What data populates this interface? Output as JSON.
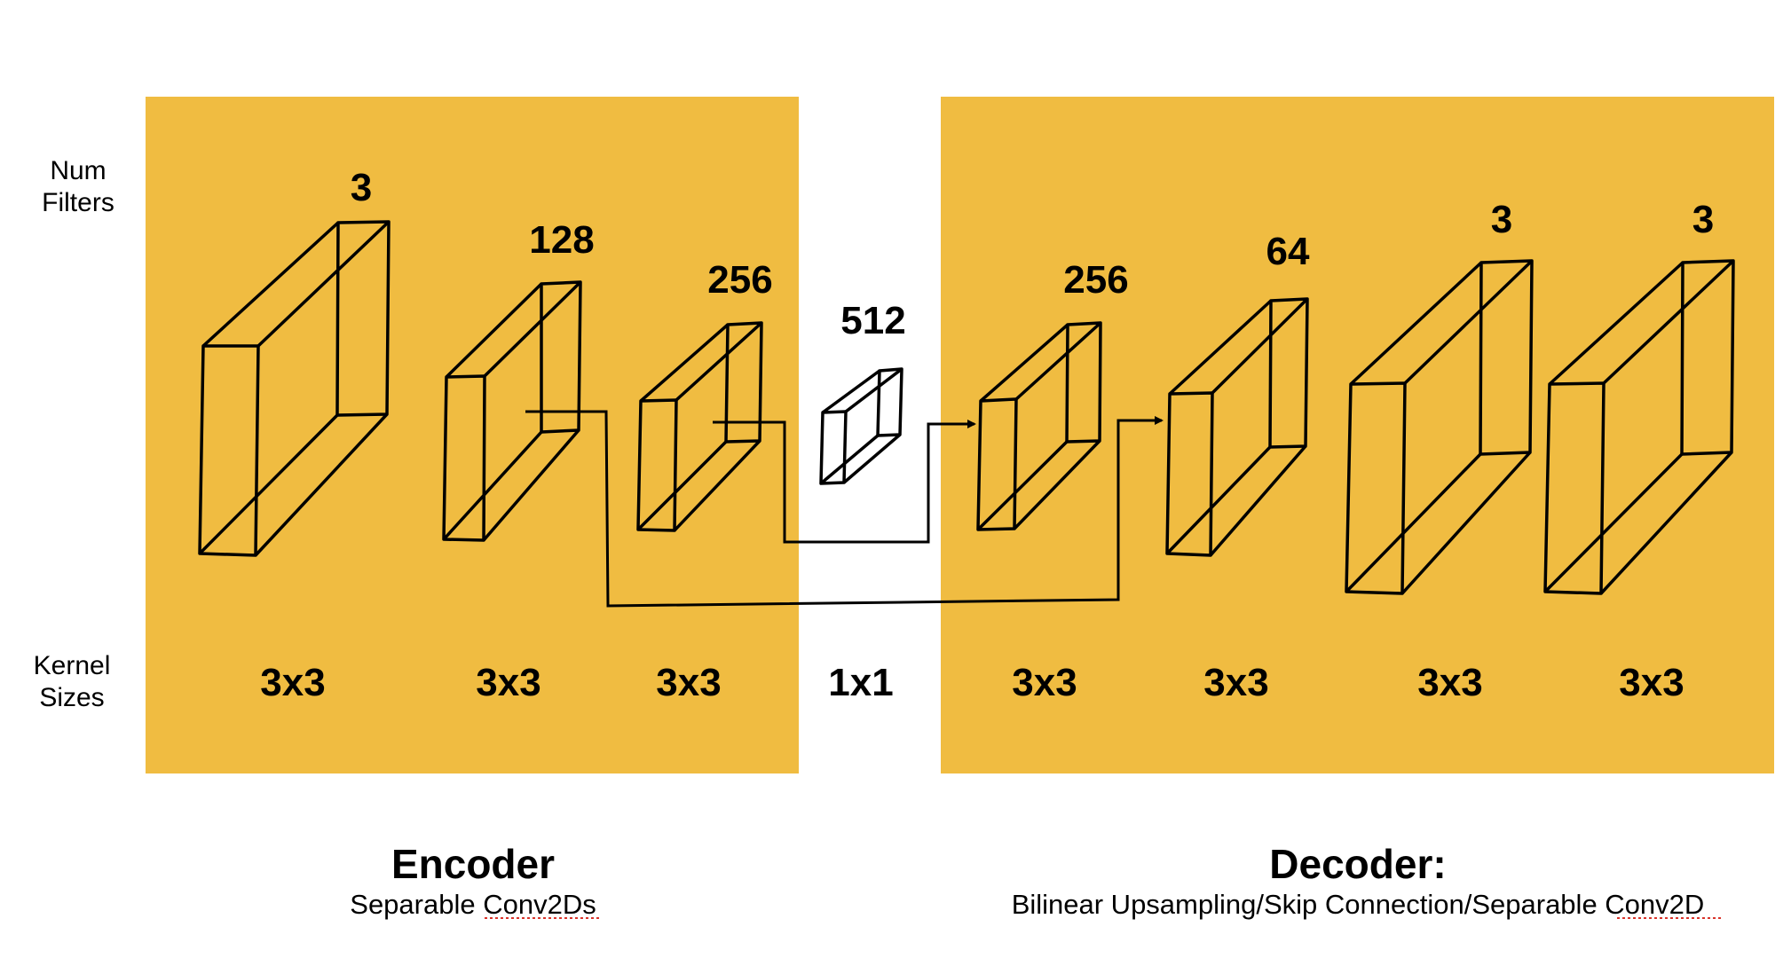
{
  "colors": {
    "panel_fill": "#F0BC41",
    "stroke": "#000000",
    "spellcheck_underline": "#D9342B"
  },
  "axis_labels": {
    "filters_line1": "Num",
    "filters_line2": "Filters",
    "kernels_line1": "Kernel",
    "kernels_line2": "Sizes"
  },
  "encoder": {
    "title": "Encoder",
    "subtitle": "Separable Conv2Ds",
    "layers": [
      {
        "filters": "3",
        "kernel": "3x3"
      },
      {
        "filters": "128",
        "kernel": "3x3"
      },
      {
        "filters": "256",
        "kernel": "3x3"
      }
    ]
  },
  "bottleneck": {
    "filters": "512",
    "kernel": "1x1"
  },
  "decoder": {
    "title": "Decoder:",
    "subtitle": "Bilinear Upsampling/Skip Connection/Separable Conv2D",
    "layers": [
      {
        "filters": "256",
        "kernel": "3x3"
      },
      {
        "filters": "64",
        "kernel": "3x3"
      },
      {
        "filters": "3",
        "kernel": "3x3"
      },
      {
        "filters": "3",
        "kernel": "3x3"
      }
    ]
  },
  "skip_connections": [
    {
      "from": "encoder layer 3",
      "to": "decoder layer 1"
    },
    {
      "from": "encoder layer 2",
      "to": "decoder layer 2"
    }
  ]
}
